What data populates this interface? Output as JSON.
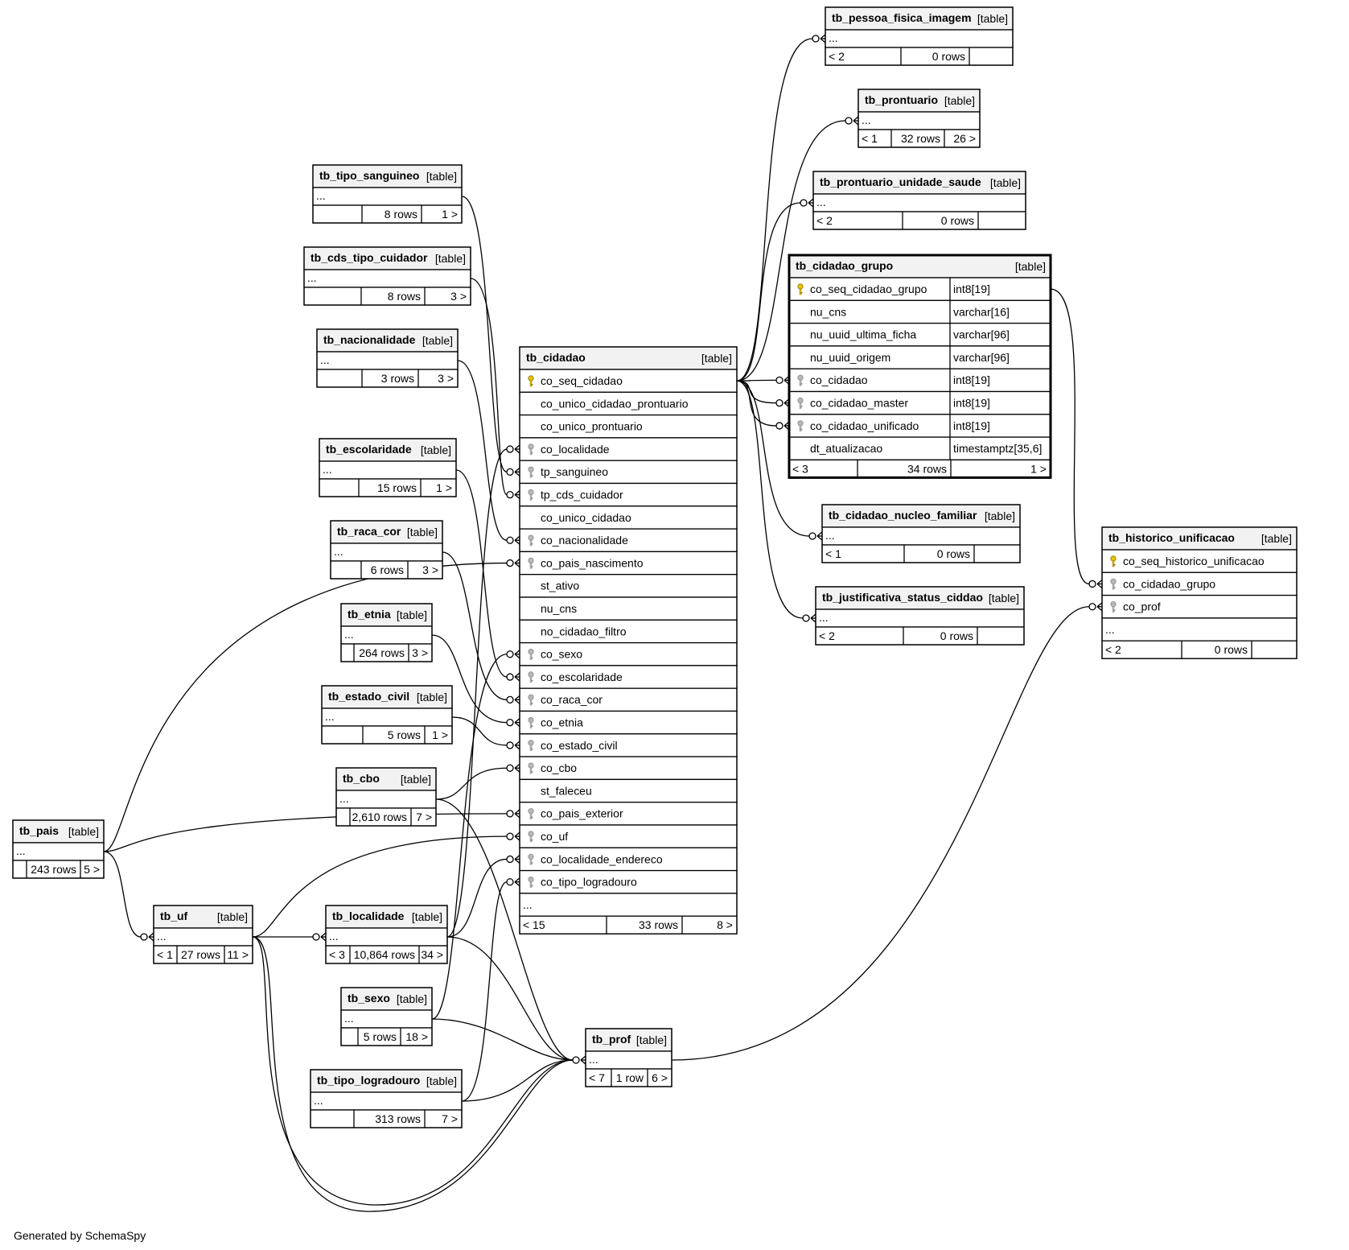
{
  "footer": "Generated by SchemaSpy",
  "tag": "[table]",
  "tables": {
    "tb_pessoa_fisica_imagem": {
      "title": "tb_pessoa_fisica_imagem",
      "rows": [
        "..."
      ],
      "footer": [
        "< 2",
        "0 rows",
        ""
      ]
    },
    "tb_prontuario": {
      "title": "tb_prontuario",
      "rows": [
        "..."
      ],
      "footer": [
        "< 1",
        "32 rows",
        "26 >"
      ]
    },
    "tb_prontuario_unidade_saude": {
      "title": "tb_prontuario_unidade_saude",
      "rows": [
        "..."
      ],
      "footer": [
        "< 2",
        "0 rows",
        ""
      ]
    },
    "tb_cidadao_grupo": {
      "title": "tb_cidadao_grupo",
      "rows": [
        {
          "key": "pk",
          "name": "co_seq_cidadao_grupo",
          "type": "int8[19]"
        },
        {
          "name": "nu_cns",
          "type": "varchar[16]"
        },
        {
          "name": "nu_uuid_ultima_ficha",
          "type": "varchar[96]"
        },
        {
          "name": "nu_uuid_origem",
          "type": "varchar[96]"
        },
        {
          "key": "fk",
          "name": "co_cidadao",
          "type": "int8[19]"
        },
        {
          "key": "fk",
          "name": "co_cidadao_master",
          "type": "int8[19]"
        },
        {
          "key": "fk",
          "name": "co_cidadao_unificado",
          "type": "int8[19]"
        },
        {
          "name": "dt_atualizacao",
          "type": "timestamptz[35,6]"
        }
      ],
      "footer": [
        "< 3",
        "34 rows",
        "1 >"
      ]
    },
    "tb_cidadao_nucleo_familiar": {
      "title": "tb_cidadao_nucleo_familiar",
      "rows": [
        "..."
      ],
      "footer": [
        "< 1",
        "0 rows",
        ""
      ]
    },
    "tb_justificativa_status_ciddao": {
      "title": "tb_justificativa_status_ciddao",
      "rows": [
        "..."
      ],
      "footer": [
        "< 2",
        "0 rows",
        ""
      ]
    },
    "tb_historico_unificacao": {
      "title": "tb_historico_unificacao",
      "rows": [
        {
          "key": "pk",
          "name": "co_seq_historico_unificacao"
        },
        {
          "key": "fk",
          "name": "co_cidadao_grupo"
        },
        {
          "key": "fk",
          "name": "co_prof"
        },
        {
          "name": "..."
        }
      ],
      "footer": [
        "< 2",
        "0 rows",
        ""
      ]
    },
    "tb_tipo_sanguineo": {
      "title": "tb_tipo_sanguineo",
      "rows": [
        "..."
      ],
      "footer": [
        "",
        "8 rows",
        "1 >"
      ]
    },
    "tb_cds_tipo_cuidador": {
      "title": "tb_cds_tipo_cuidador",
      "rows": [
        "..."
      ],
      "footer": [
        "",
        "8 rows",
        "3 >"
      ]
    },
    "tb_nacionalidade": {
      "title": "tb_nacionalidade",
      "rows": [
        "..."
      ],
      "footer": [
        "",
        "3 rows",
        "3 >"
      ]
    },
    "tb_escolaridade": {
      "title": "tb_escolaridade",
      "rows": [
        "..."
      ],
      "footer": [
        "",
        "15 rows",
        "1 >"
      ]
    },
    "tb_raca_cor": {
      "title": "tb_raca_cor",
      "rows": [
        "..."
      ],
      "footer": [
        "",
        "6 rows",
        "3 >"
      ]
    },
    "tb_etnia": {
      "title": "tb_etnia",
      "rows": [
        "..."
      ],
      "footer": [
        "",
        "264 rows",
        "3 >"
      ]
    },
    "tb_estado_civil": {
      "title": "tb_estado_civil",
      "rows": [
        "..."
      ],
      "footer": [
        "",
        "5 rows",
        "1 >"
      ]
    },
    "tb_cbo": {
      "title": "tb_cbo",
      "rows": [
        "..."
      ],
      "footer": [
        "",
        "2,610 rows",
        "7 >"
      ]
    },
    "tb_pais": {
      "title": "tb_pais",
      "rows": [
        "..."
      ],
      "footer": [
        "",
        "243 rows",
        "5 >"
      ]
    },
    "tb_uf": {
      "title": "tb_uf",
      "rows": [
        "..."
      ],
      "footer": [
        "< 1",
        "27 rows",
        "11 >"
      ]
    },
    "tb_localidade": {
      "title": "tb_localidade",
      "rows": [
        "..."
      ],
      "footer": [
        "< 3",
        "10,864 rows",
        "34 >"
      ]
    },
    "tb_sexo": {
      "title": "tb_sexo",
      "rows": [
        "..."
      ],
      "footer": [
        "",
        "5 rows",
        "18 >"
      ]
    },
    "tb_tipo_logradouro": {
      "title": "tb_tipo_logradouro",
      "rows": [
        "..."
      ],
      "footer": [
        "",
        "313 rows",
        "7 >"
      ]
    },
    "tb_prof": {
      "title": "tb_prof",
      "rows": [
        "..."
      ],
      "footer": [
        "< 7",
        "1 row",
        "6 >"
      ]
    },
    "tb_cidadao": {
      "title": "tb_cidadao",
      "rows": [
        {
          "key": "pk",
          "name": "co_seq_cidadao"
        },
        {
          "name": "co_unico_cidadao_prontuario"
        },
        {
          "name": "co_unico_prontuario"
        },
        {
          "key": "fk",
          "name": "co_localidade"
        },
        {
          "key": "fk",
          "name": "tp_sanguineo"
        },
        {
          "key": "fk",
          "name": "tp_cds_cuidador"
        },
        {
          "name": "co_unico_cidadao"
        },
        {
          "key": "fk",
          "name": "co_nacionalidade"
        },
        {
          "key": "fk",
          "name": "co_pais_nascimento"
        },
        {
          "name": "st_ativo"
        },
        {
          "name": "nu_cns"
        },
        {
          "name": "no_cidadao_filtro"
        },
        {
          "key": "fk",
          "name": "co_sexo"
        },
        {
          "key": "fk",
          "name": "co_escolaridade"
        },
        {
          "key": "fk",
          "name": "co_raca_cor"
        },
        {
          "key": "fk",
          "name": "co_etnia"
        },
        {
          "key": "fk",
          "name": "co_estado_civil"
        },
        {
          "key": "fk",
          "name": "co_cbo"
        },
        {
          "name": "st_faleceu"
        },
        {
          "key": "fk",
          "name": "co_pais_exterior"
        },
        {
          "key": "fk",
          "name": "co_uf"
        },
        {
          "key": "fk",
          "name": "co_localidade_endereco"
        },
        {
          "key": "fk",
          "name": "co_tipo_logradouro"
        },
        {
          "name": "..."
        }
      ],
      "footer": [
        "< 15",
        "33 rows",
        "8 >"
      ]
    }
  }
}
